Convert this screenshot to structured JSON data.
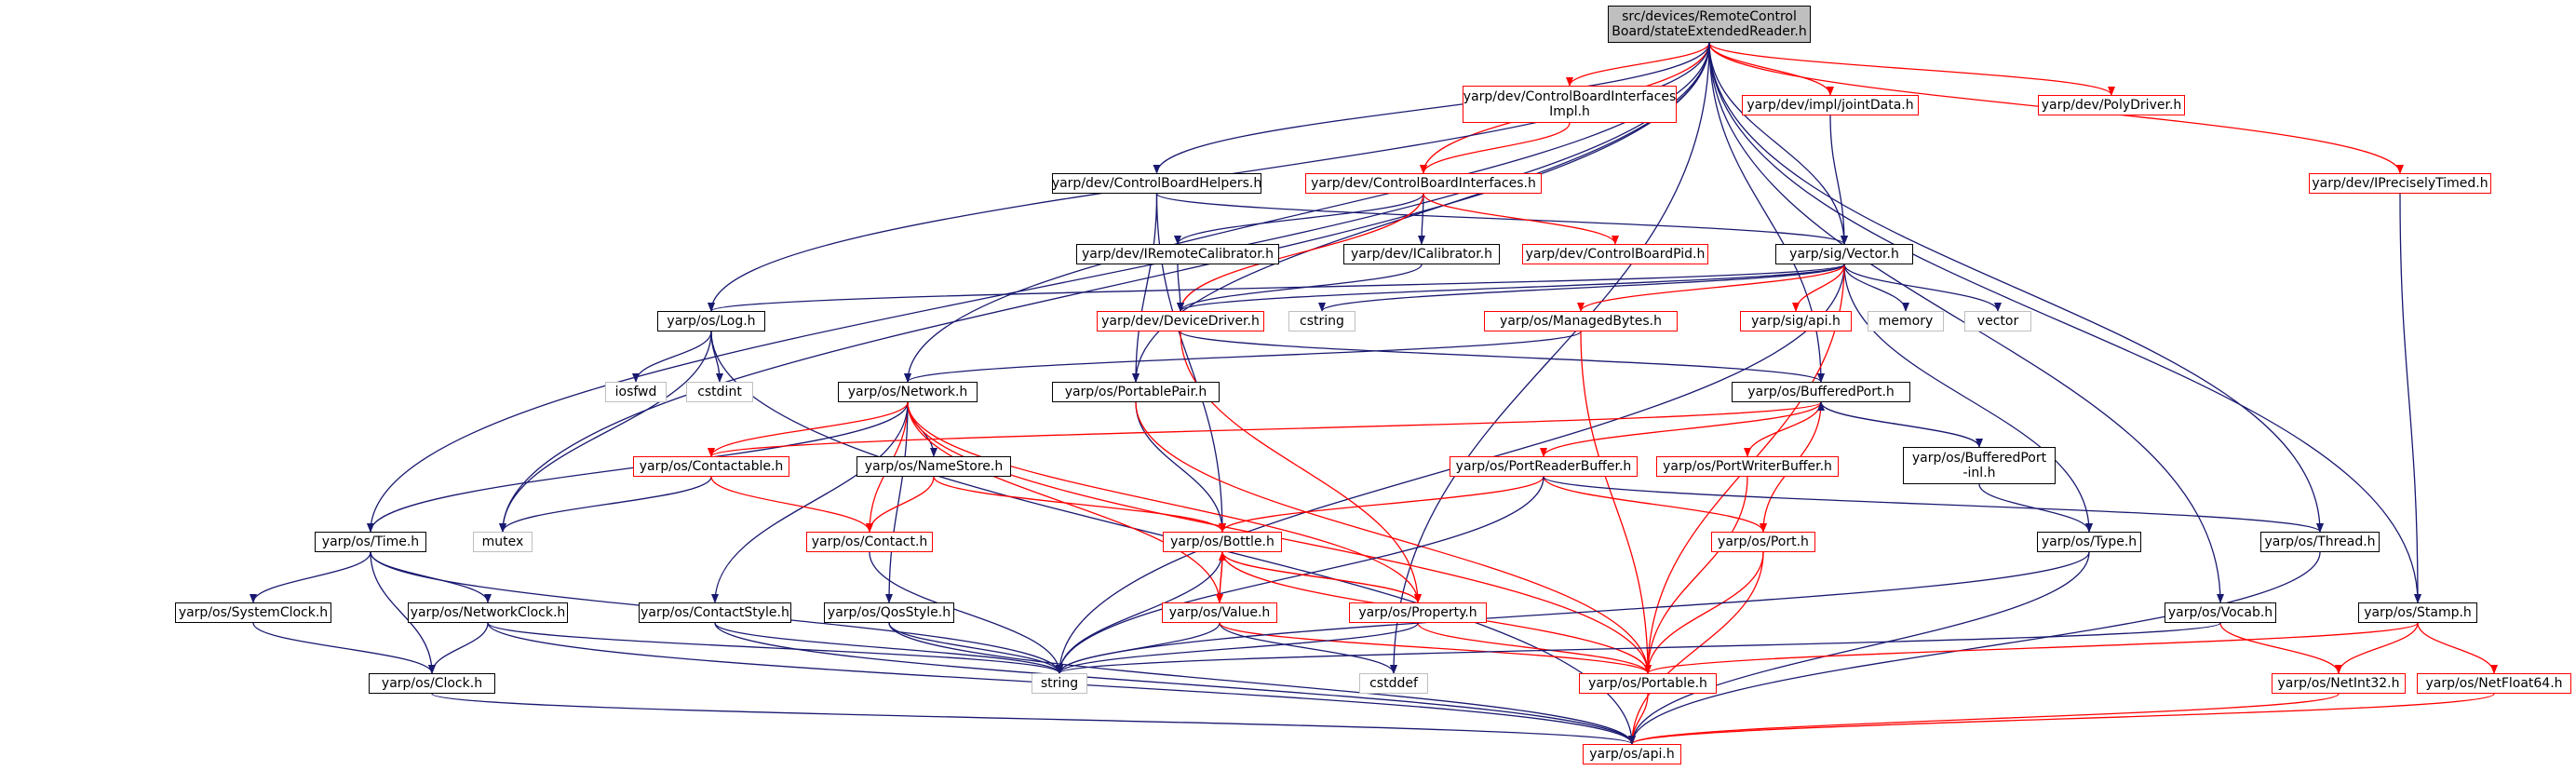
{
  "colors": {
    "dep": "#191970",
    "proj": "#ff0000",
    "mid": "#000000"
  },
  "nodes": {
    "root": "src/devices/RemoteControl\nBoard/stateExtendedReader.h",
    "cbii": "yarp/dev/ControlBoardInterfaces\nImpl.h",
    "jointdata": "yarp/dev/impl/jointData.h",
    "polydriver": "yarp/dev/PolyDriver.h",
    "iprecise": "yarp/dev/IPreciselyTimed.h",
    "cbhelpers": "yarp/dev/ControlBoardHelpers.h",
    "cbi": "yarp/dev/ControlBoardInterfaces.h",
    "iremcal": "yarp/dev/IRemoteCalibrator.h",
    "ical": "yarp/dev/ICalibrator.h",
    "cbpid": "yarp/dev/ControlBoardPid.h",
    "vector": "yarp/sig/Vector.h",
    "log": "yarp/os/Log.h",
    "devdriver": "yarp/dev/DeviceDriver.h",
    "cstring": "cstring",
    "managed": "yarp/os/ManagedBytes.h",
    "sigapi": "yarp/sig/api.h",
    "memory": "memory",
    "vectorstd": "vector",
    "iosfwd": "iosfwd",
    "cstdint": "cstdint",
    "network": "yarp/os/Network.h",
    "portpair": "yarp/os/PortablePair.h",
    "buffport": "yarp/os/BufferedPort.h",
    "contactable": "yarp/os/Contactable.h",
    "namestore": "yarp/os/NameStore.h",
    "prb": "yarp/os/PortReaderBuffer.h",
    "pwb": "yarp/os/PortWriterBuffer.h",
    "bpinl": "yarp/os/BufferedPort\n-inl.h",
    "mutex": "mutex",
    "contact": "yarp/os/Contact.h",
    "bottle": "yarp/os/Bottle.h",
    "port": "yarp/os/Port.h",
    "type": "yarp/os/Type.h",
    "thread": "yarp/os/Thread.h",
    "time": "yarp/os/Time.h",
    "contactstyle": "yarp/os/ContactStyle.h",
    "qosstyle": "yarp/os/QosStyle.h",
    "value": "yarp/os/Value.h",
    "property": "yarp/os/Property.h",
    "vocab": "yarp/os/Vocab.h",
    "stamp": "yarp/os/Stamp.h",
    "sysclock": "yarp/os/SystemClock.h",
    "netclock": "yarp/os/NetworkClock.h",
    "string": "string",
    "cstddef": "cstddef",
    "portable": "yarp/os/Portable.h",
    "netint32": "yarp/os/NetInt32.h",
    "netfloat64": "yarp/os/NetFloat64.h",
    "clock": "yarp/os/Clock.h",
    "api": "yarp/os/api.h"
  }
}
